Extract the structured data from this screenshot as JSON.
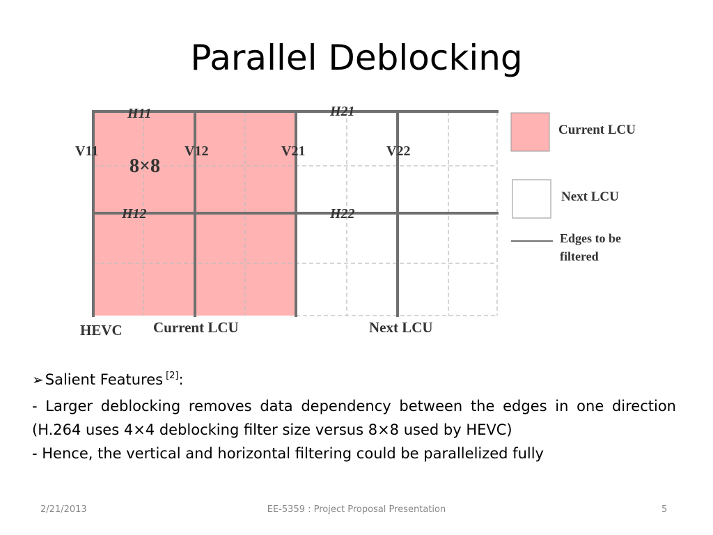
{
  "title": "Parallel Deblocking",
  "diagram": {
    "labels": {
      "h11": "H11",
      "h21": "H21",
      "h12": "H12",
      "h22": "H22",
      "v11": "V11",
      "v12": "V12",
      "v21": "V21",
      "v22": "V22",
      "block": "8×8",
      "hevc": "HEVC",
      "current": "Current LCU",
      "next": "Next LCU"
    },
    "legend": {
      "current": "Current LCU",
      "next": "Next LCU",
      "edges_line1": "Edges to be",
      "edges_line2": "filtered"
    },
    "colors": {
      "current_fill": "#FFB3B3",
      "edge": "#707070",
      "dashed": "#BDBDBD"
    }
  },
  "content": {
    "heading": "Salient Features",
    "ref": "[2]",
    "colon": ":",
    "line1": " - Larger deblocking removes data dependency between the edges in one direction (H.264 uses 4×4 deblocking filter size versus 8×8 used by HEVC)",
    "line2": " - Hence, the vertical and horizontal filtering could be parallelized fully"
  },
  "footer": {
    "date": "2/21/2013",
    "center": "EE-5359 : Project Proposal Presentation",
    "page": "5"
  }
}
